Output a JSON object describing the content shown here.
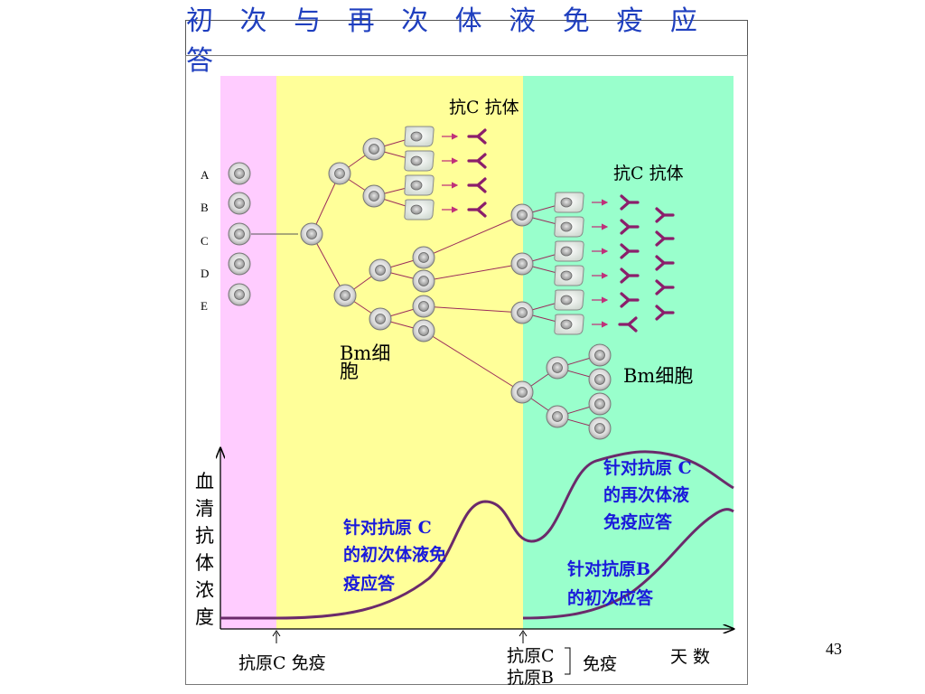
{
  "title": "初 次 与 再 次 体 液 免 疫 应 答",
  "slide_number": "43",
  "labels": {
    "antibody_top": "抗C 抗体",
    "antibody_right": "抗C 抗体",
    "bm_cell_left_line1": "Bm细",
    "bm_cell_left_line2": "胞",
    "bm_cell_right": "Bm细胞",
    "clone_letters": [
      "A",
      "B",
      "C",
      "D",
      "E"
    ],
    "y_axis_chars": [
      "血",
      "清",
      "抗",
      "体",
      "浓",
      "度"
    ],
    "x_axis_label": "天  数",
    "antigen_c_immunize": "抗原C 免疫",
    "antigen_c_second": "抗原C",
    "antigen_b": "抗原B",
    "immunize": "免疫",
    "primary_c_line1": "针对抗原  C",
    "primary_c_line2": "的初次体液免",
    "primary_c_line3": "疫应答",
    "secondary_c_line1": "针对抗原  C",
    "secondary_c_line2": "的再次体液",
    "secondary_c_line3": "免疫应答",
    "primary_b_line1": "针对抗原B",
    "primary_b_line2": "的初次应答"
  },
  "colors": {
    "title_text": "#1f3fbf",
    "pink_band": "#ffccff",
    "yellow_band": "#ffff99",
    "green_band": "#99ffcc",
    "curve": "#6b2a6b",
    "antibody": "#8b1e6b",
    "arrow": "#c0307a",
    "annotation_text": "#1a1adb"
  }
}
